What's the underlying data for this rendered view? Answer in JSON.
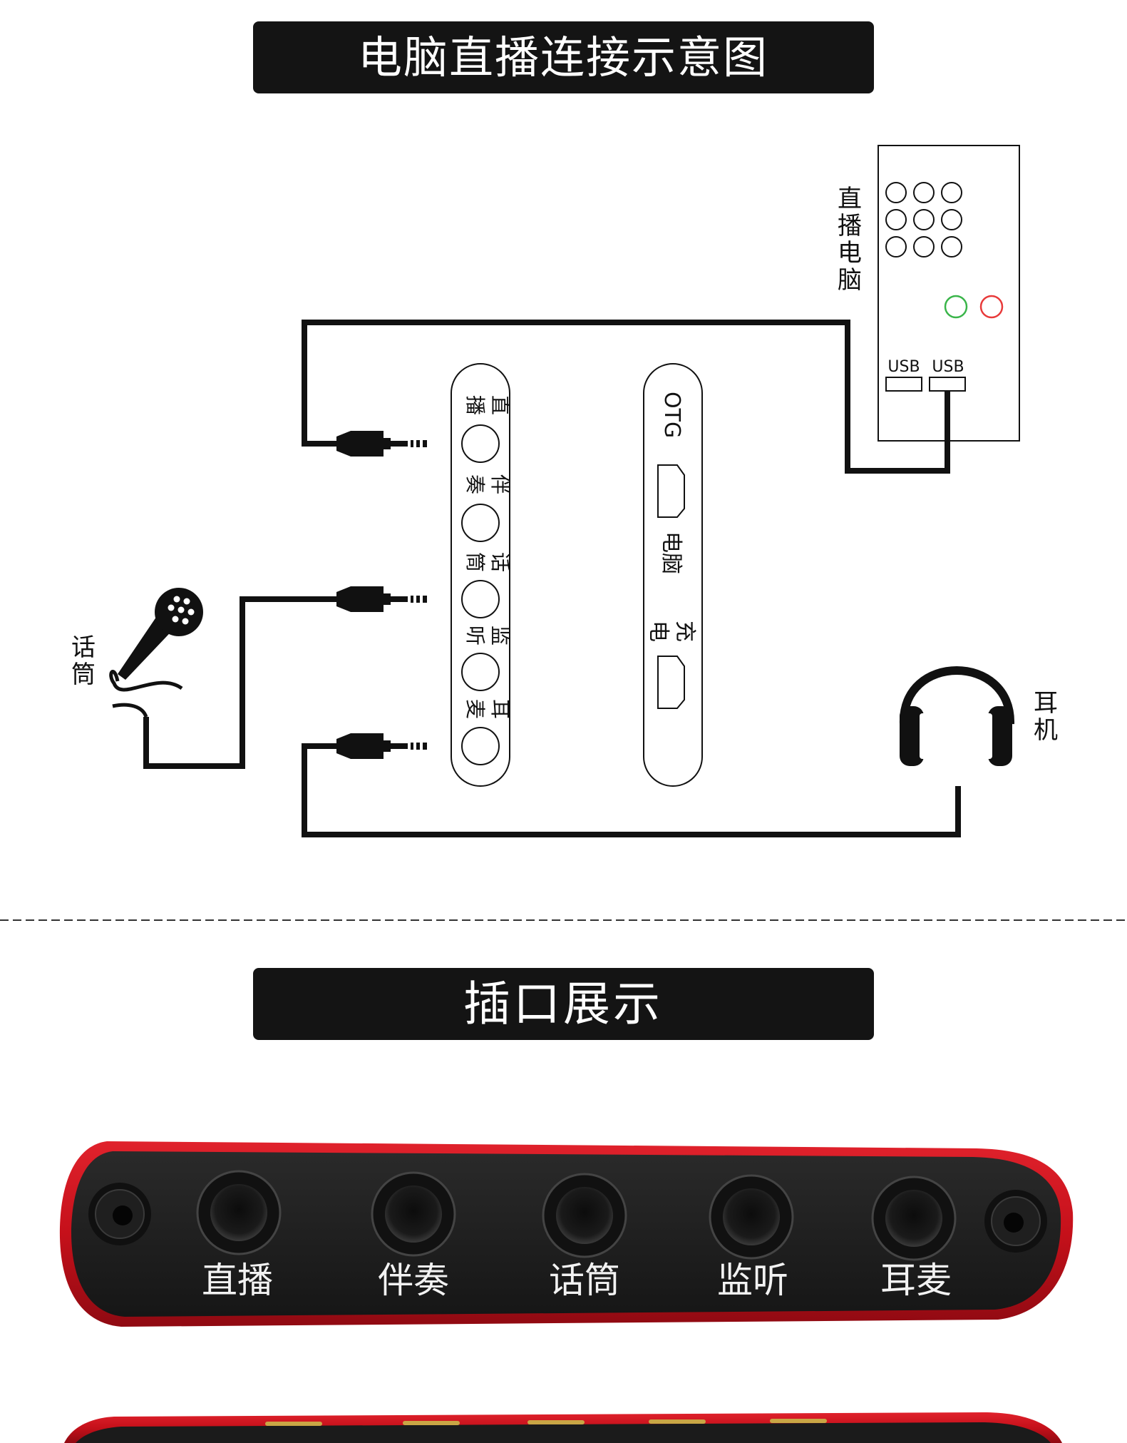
{
  "section_connection": {
    "title": "电脑直播连接示意图",
    "computer": {
      "label": [
        "直",
        "播",
        "电",
        "脑"
      ],
      "usb_labels": [
        "USB",
        "USB"
      ]
    },
    "soundcard_jacks": {
      "ports": [
        {
          "label": [
            "直",
            "播"
          ]
        },
        {
          "label": [
            "伴",
            "奏"
          ]
        },
        {
          "label": [
            "话",
            "筒"
          ]
        },
        {
          "label": [
            "监",
            "听"
          ]
        },
        {
          "label": [
            "耳",
            "麦"
          ]
        }
      ]
    },
    "soundcard_side": {
      "otg_label": "OTG",
      "computer_label": "电脑",
      "charge_label": [
        "充",
        "电"
      ]
    },
    "microphone": {
      "label": [
        "话",
        "筒"
      ]
    },
    "headphones": {
      "label": [
        "耳",
        "机"
      ]
    }
  },
  "section_ports": {
    "title": "插口展示",
    "ports": [
      "直播",
      "伴奏",
      "话筒",
      "监听",
      "耳麦"
    ]
  },
  "colors": {
    "banner": "#141414",
    "line": "#111111",
    "panel_red": "#d2141e",
    "panel_black": "#1b1b1b",
    "led_green": "#3ab54a",
    "led_red": "#e83a3a"
  }
}
